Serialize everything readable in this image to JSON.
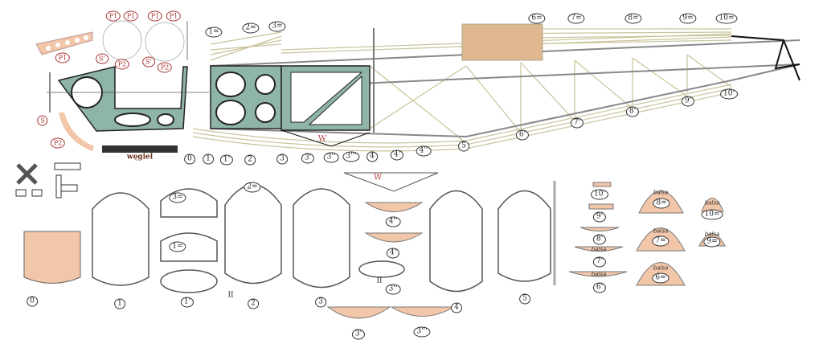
{
  "colors": {
    "plywood": "#f2c6a8",
    "frame": "#8fb5a8",
    "stringer": "#c9c39a",
    "balsa_block": "#e0b890",
    "carbon": "#333333"
  },
  "parts_labels": {
    "p1": "P1",
    "p2": "P2",
    "s": "S",
    "s_prime": "S'",
    "carbon": "węgiel",
    "w": "W",
    "balsa": "balsa",
    "ii": "II"
  },
  "top_formers": [
    "1=",
    "2=",
    "3=",
    "6=",
    "7=",
    "8=",
    "9=",
    "10="
  ],
  "stations": [
    "0",
    "1",
    "1'",
    "2",
    "3",
    "3'",
    "3''",
    "3'''",
    "4",
    "4'",
    "4''",
    "5"
  ],
  "side_formers": [
    "6'",
    "7'",
    "8'",
    "9'",
    "10'"
  ],
  "bottom_parts": {
    "f0": "0",
    "f1": "1",
    "f1p": "1'",
    "f2": "2",
    "f3": "3",
    "f3p": "3'",
    "f3pp": "3''",
    "f3ppp": "3'''",
    "f4": "4",
    "f4p": "4'",
    "f4pp": "4''",
    "f5": "5",
    "t1": "1=",
    "t2": "2=",
    "t3": "3=",
    "b6": "6'",
    "b7": "7'",
    "b8": "8'",
    "b9": "9'",
    "b10": "10'",
    "r6": "6=",
    "r7": "7=",
    "r8": "8=",
    "r9": "9=",
    "r10": "10="
  }
}
